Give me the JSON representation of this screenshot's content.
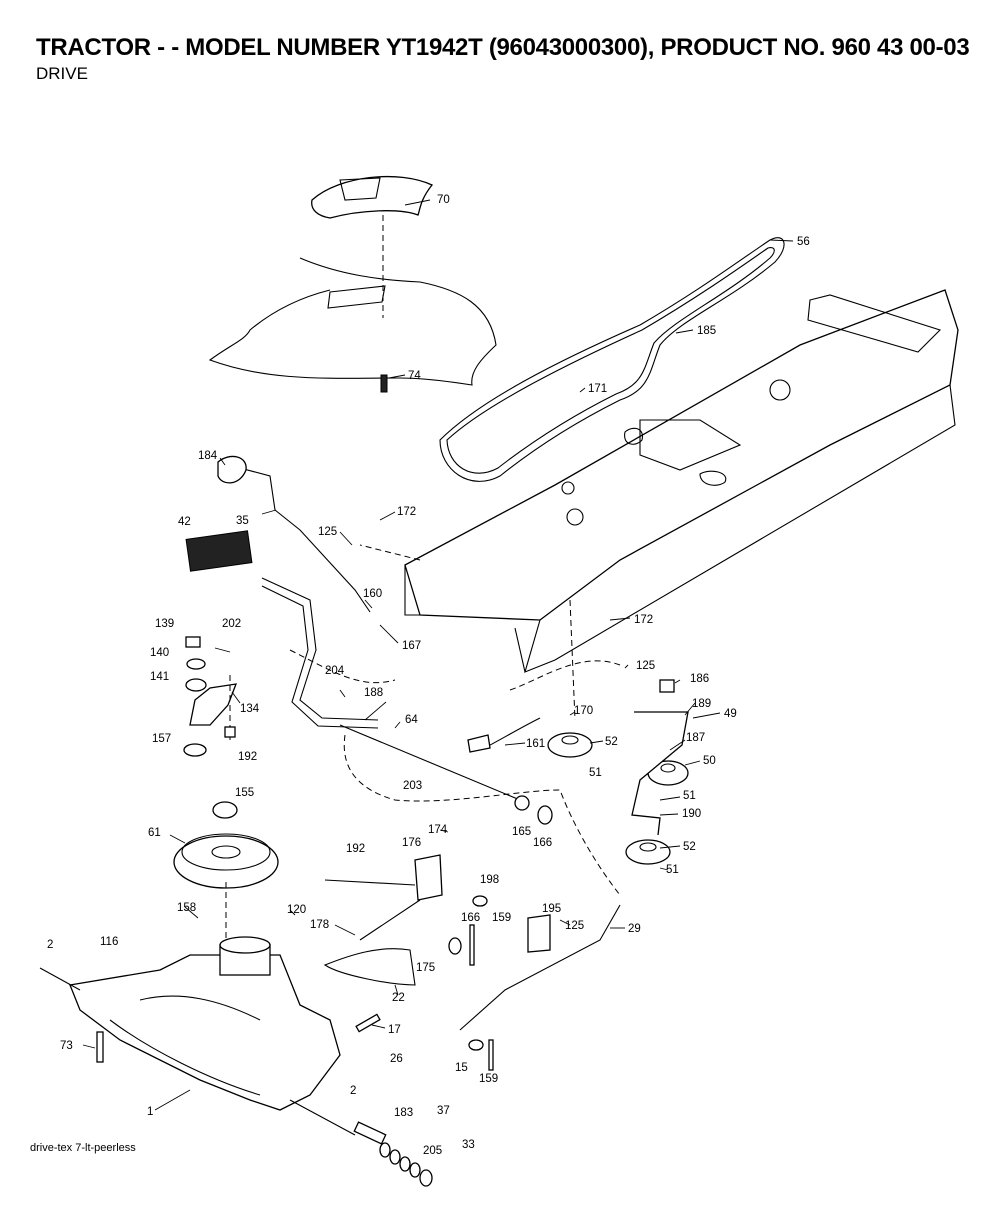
{
  "header": {
    "title": "TRACTOR - - MODEL NUMBER YT1942T (96043000300), PRODUCT NO. 960 43 00-03",
    "subtitle": "DRIVE"
  },
  "footer": {
    "code": "drive-tex  7-lt-peerless"
  },
  "parts": [
    {
      "id": "70"
    },
    {
      "id": "56"
    },
    {
      "id": "185"
    },
    {
      "id": "74"
    },
    {
      "id": "171"
    },
    {
      "id": "184"
    },
    {
      "id": "172"
    },
    {
      "id": "35"
    },
    {
      "id": "125"
    },
    {
      "id": "42"
    },
    {
      "id": "160"
    },
    {
      "id": "167"
    },
    {
      "id": "139"
    },
    {
      "id": "202"
    },
    {
      "id": "140"
    },
    {
      "id": "141"
    },
    {
      "id": "134"
    },
    {
      "id": "204"
    },
    {
      "id": "188"
    },
    {
      "id": "64"
    },
    {
      "id": "172"
    },
    {
      "id": "125"
    },
    {
      "id": "186"
    },
    {
      "id": "189"
    },
    {
      "id": "49"
    },
    {
      "id": "170"
    },
    {
      "id": "157"
    },
    {
      "id": "192"
    },
    {
      "id": "161"
    },
    {
      "id": "52"
    },
    {
      "id": "187"
    },
    {
      "id": "51"
    },
    {
      "id": "50"
    },
    {
      "id": "155"
    },
    {
      "id": "203"
    },
    {
      "id": "51"
    },
    {
      "id": "190"
    },
    {
      "id": "165"
    },
    {
      "id": "166"
    },
    {
      "id": "61"
    },
    {
      "id": "174"
    },
    {
      "id": "192"
    },
    {
      "id": "176"
    },
    {
      "id": "52"
    },
    {
      "id": "51"
    },
    {
      "id": "198"
    },
    {
      "id": "158"
    },
    {
      "id": "120"
    },
    {
      "id": "195"
    },
    {
      "id": "166"
    },
    {
      "id": "159"
    },
    {
      "id": "178"
    },
    {
      "id": "125"
    },
    {
      "id": "29"
    },
    {
      "id": "2"
    },
    {
      "id": "116"
    },
    {
      "id": "175"
    },
    {
      "id": "22"
    },
    {
      "id": "17"
    },
    {
      "id": "73"
    },
    {
      "id": "26"
    },
    {
      "id": "15"
    },
    {
      "id": "159"
    },
    {
      "id": "2"
    },
    {
      "id": "1"
    },
    {
      "id": "183"
    },
    {
      "id": "37"
    },
    {
      "id": "205"
    },
    {
      "id": "33"
    }
  ]
}
